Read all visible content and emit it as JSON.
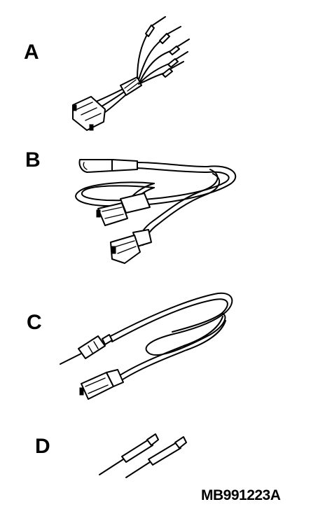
{
  "labels": {
    "a": "A",
    "b": "B",
    "c": "C",
    "d": "D"
  },
  "figure_code": "MB991223A",
  "icons": [
    "harness-a-icon",
    "harness-b-icon",
    "harness-c-icon",
    "probe-pins-d-icon"
  ]
}
